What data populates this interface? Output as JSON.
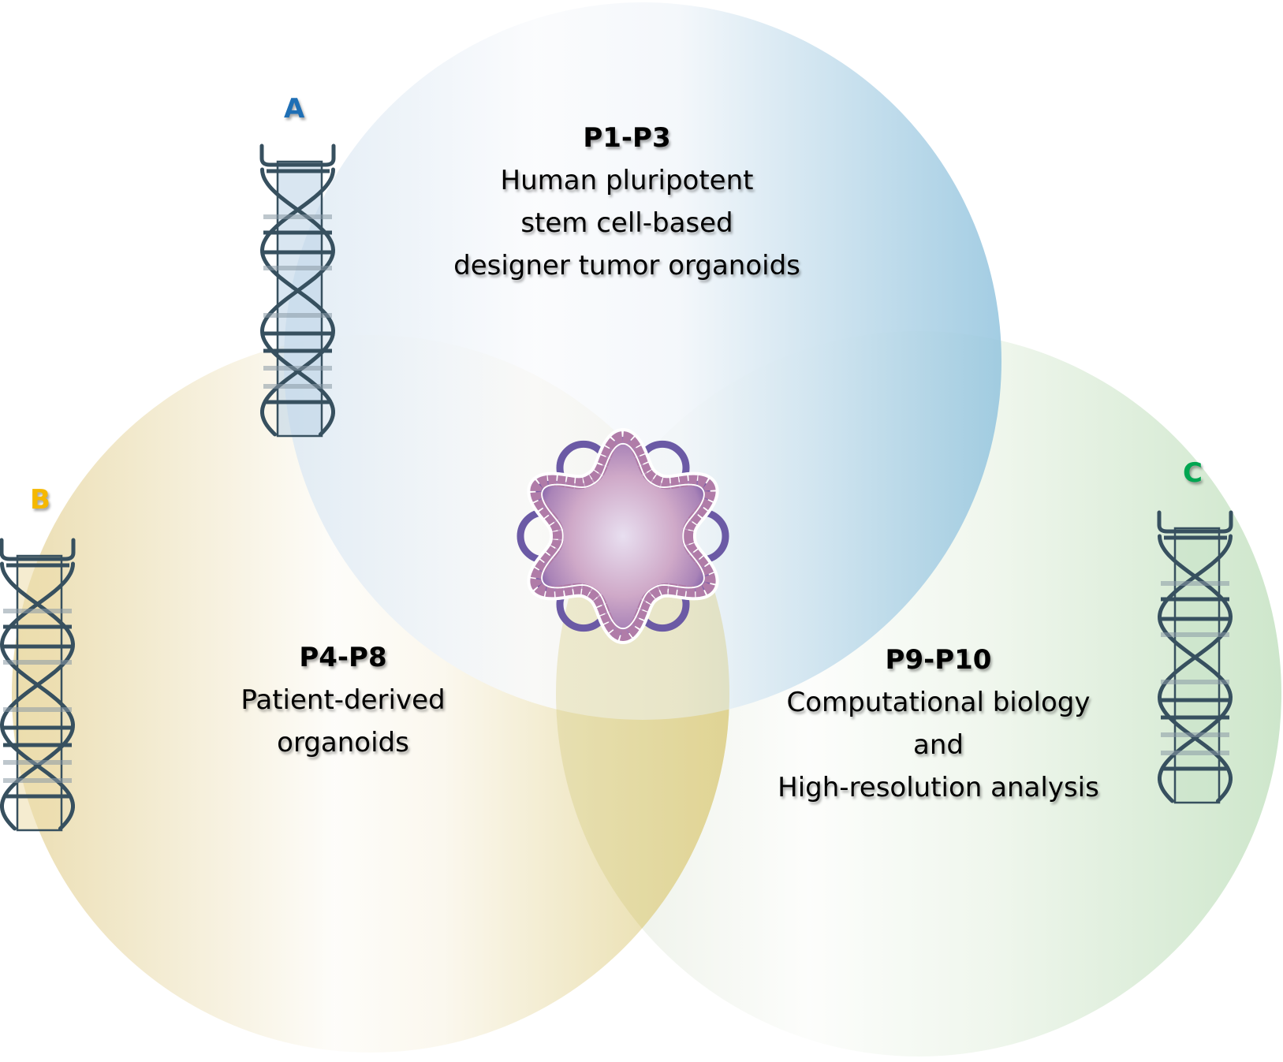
{
  "diagram": {
    "type": "venn-3-circle",
    "circles": [
      {
        "id": "A",
        "letter": "A",
        "letter_color": "#1f6fb5",
        "fill_color": "#8fc1dc",
        "title": "P1-P3",
        "lines": [
          "Human pluripotent",
          "stem cell-based",
          "designer tumor organoids"
        ]
      },
      {
        "id": "B",
        "letter": "B",
        "letter_color": "#f5b800",
        "fill_color": "#e3d49a",
        "title": "P4-P8",
        "lines": [
          "Patient-derived",
          "organoids"
        ]
      },
      {
        "id": "C",
        "letter": "C",
        "letter_color": "#00a651",
        "fill_color": "#c7e3c4",
        "title": "P9-P10",
        "lines": [
          "Computational biology",
          "and",
          "High-resolution analysis"
        ]
      }
    ],
    "center_icon": "organoid-icon",
    "side_icons": [
      "dna-helix-icon",
      "dna-helix-icon",
      "dna-helix-icon"
    ],
    "colors": {
      "dna_stroke": "#37505f",
      "organoid_outline": "#b07ca8",
      "organoid_outer_arc": "#6b5aa5",
      "organoid_center": "#e8dff0",
      "organoid_edge": "#7c5ca8"
    }
  }
}
